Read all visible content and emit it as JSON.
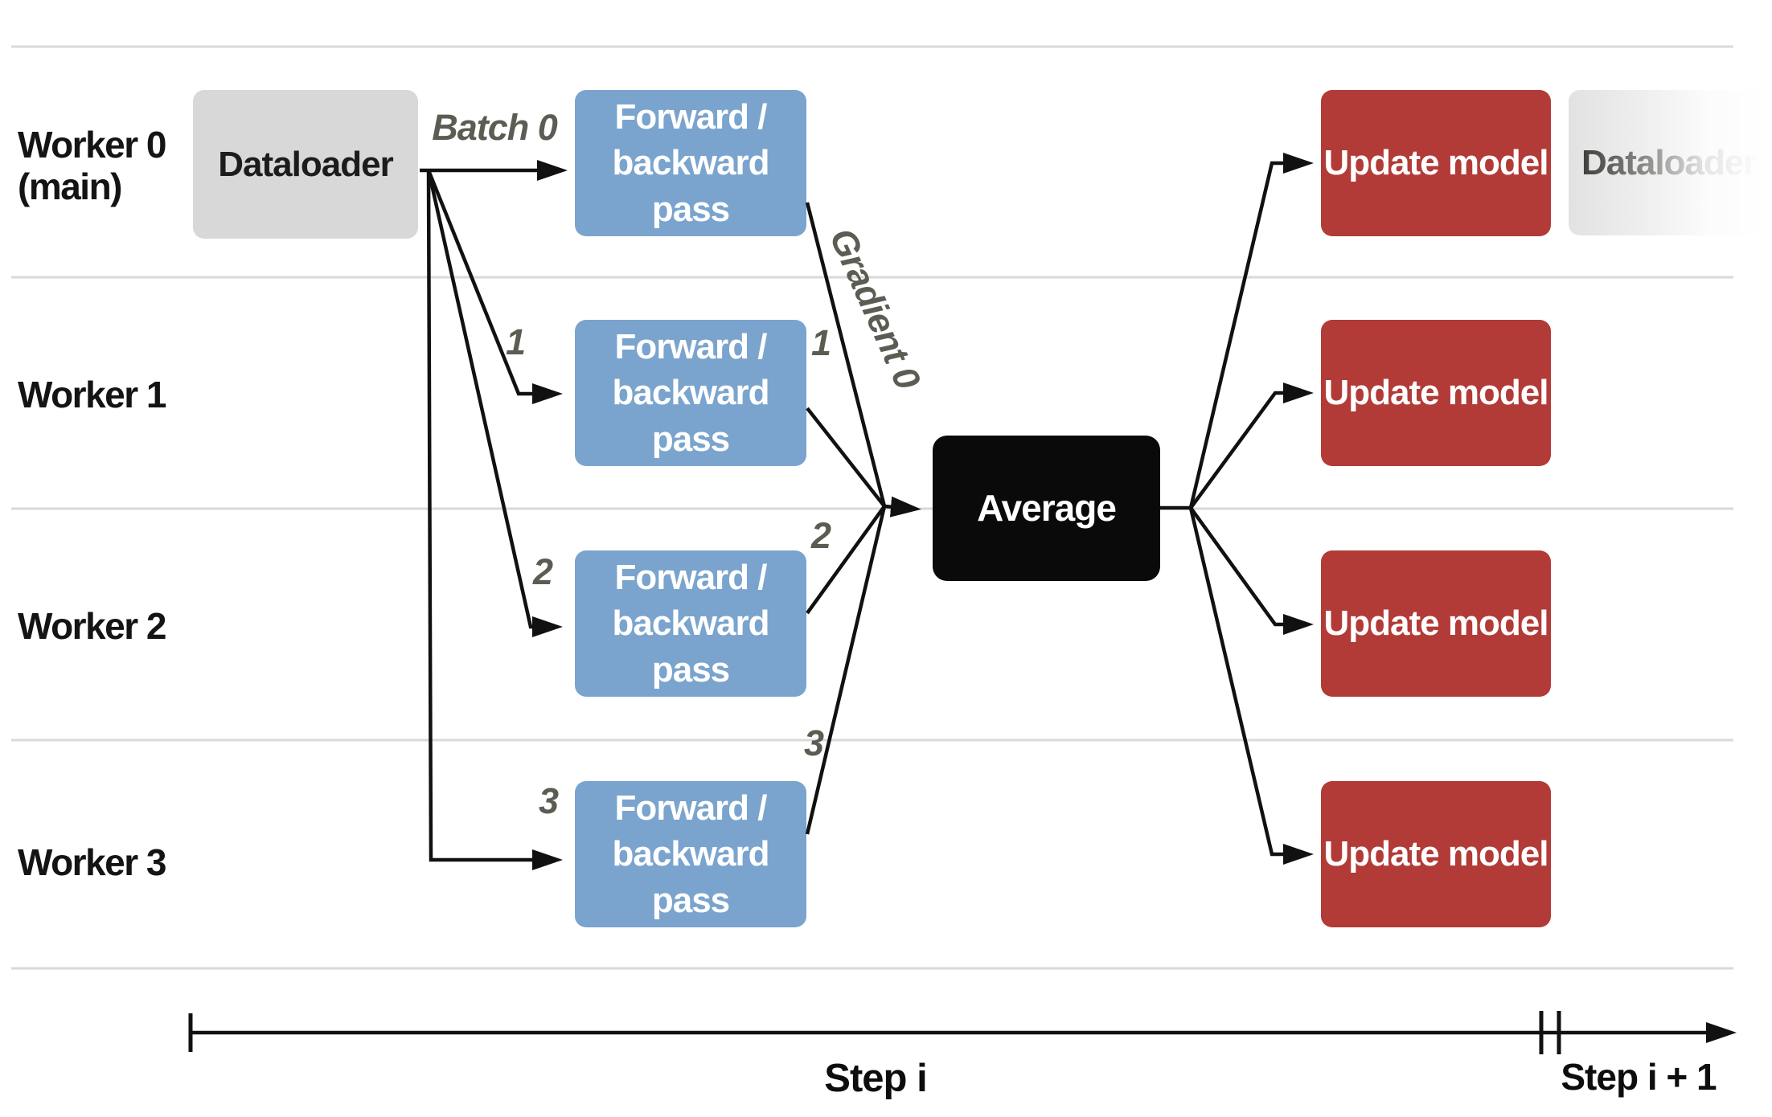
{
  "workers": [
    {
      "name": "Worker 0",
      "suffix": "(main)",
      "batch_label": "Batch 0",
      "gradient_label": "Gradient 0"
    },
    {
      "name": "Worker 1",
      "batch_label": "1",
      "gradient_label": "1"
    },
    {
      "name": "Worker 2",
      "batch_label": "2",
      "gradient_label": "2"
    },
    {
      "name": "Worker 3",
      "batch_label": "3",
      "gradient_label": "3"
    }
  ],
  "boxes": {
    "dataloader": "Dataloader",
    "forward_backward_line1": "Forward /",
    "forward_backward_line2": "backward pass",
    "average": "Average",
    "update_model": "Update model",
    "next_dataloader": "Dataloader"
  },
  "timeline": {
    "step_current": "Step i",
    "step_next": "Step i + 1"
  },
  "colors": {
    "forward_box": "#7AA4CD",
    "update_box": "#B23B37",
    "average_box": "#0A0A0A",
    "dataloader_box": "#D8D8D8",
    "separator_line": "#D9D9D9",
    "arrow": "#111111",
    "annotation_text": "#5C5C53"
  }
}
